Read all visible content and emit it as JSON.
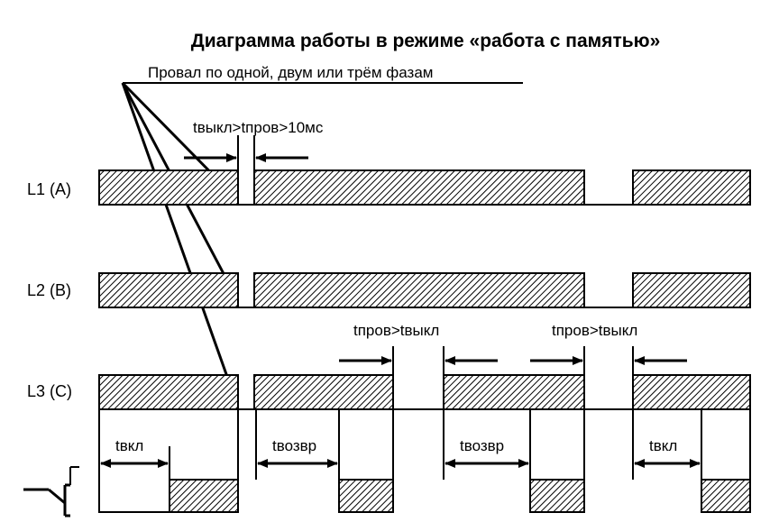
{
  "title": "Диаграмма работы в режиме «работа с памятью»",
  "callout": "Провал по одной, двум или трём фазам",
  "rows": {
    "l1": "L1 (A)",
    "l2": "L2 (B)",
    "l3": "L3 (C)"
  },
  "annotations": {
    "t_off_gt_t_dip": "tвыкл>tпров>10мс",
    "t_dip_gt_t_off_1": "tпров>tвыкл",
    "t_dip_gt_t_off_2": "tпров>tвыкл",
    "t_on_1": "tвкл",
    "t_return_1": "tвозвр",
    "t_return_2": "tвозвр",
    "t_on_2": "tвкл"
  },
  "colors": {
    "ink": "#000000",
    "background": "#ffffff"
  },
  "icons": {
    "relay": "relay-contact-icon"
  }
}
